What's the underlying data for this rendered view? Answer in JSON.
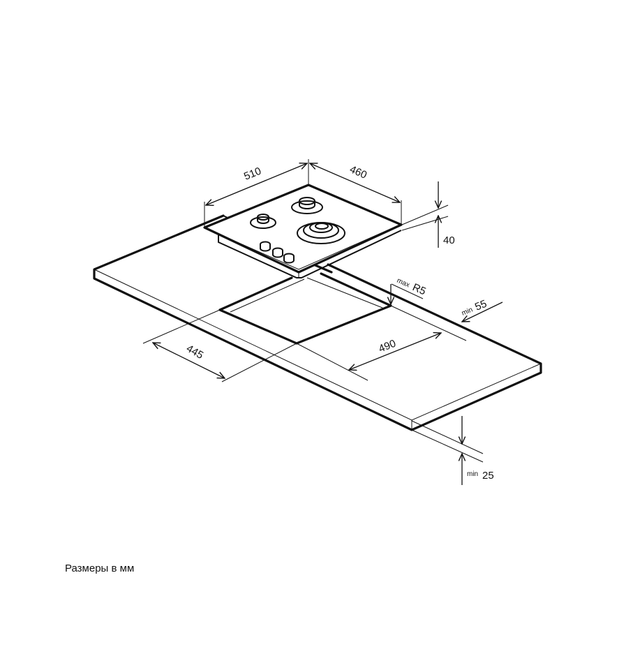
{
  "dimensions": {
    "hob_width": "510",
    "hob_depth": "460",
    "hob_height": "40",
    "corner_radius_prefix": "max",
    "corner_radius": "R5",
    "back_gap_prefix": "min",
    "back_gap": "55",
    "cutout_depth": "490",
    "cutout_width": "445",
    "worktop_thickness_prefix": "min",
    "worktop_thickness": "25"
  },
  "caption": "Размеры в мм",
  "colors": {
    "line": "#111111",
    "background": "#ffffff"
  }
}
